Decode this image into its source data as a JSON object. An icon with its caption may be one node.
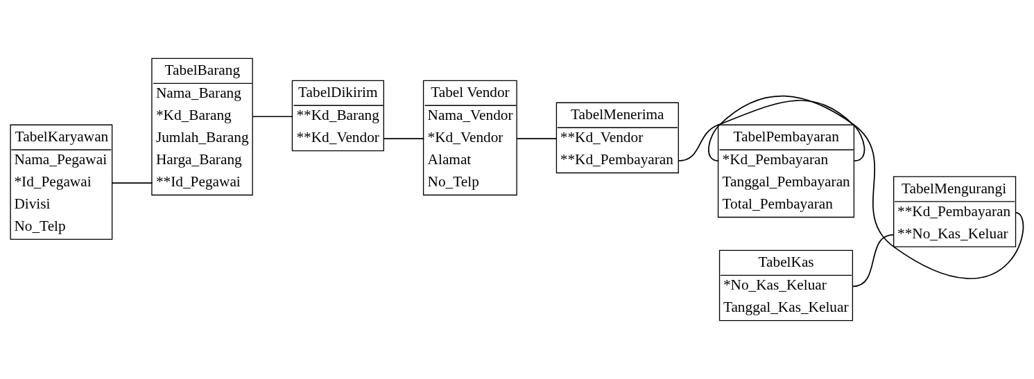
{
  "diagram": {
    "nodes": [
      {
        "text": [
          "TabelKaryawan",
          "Nama_Pegawai",
          "*Id_Pegawai",
          "Divisi",
          "No_Telp"
        ]
      },
      {
        "text": [
          "TabelBarang",
          "Nama_Barang",
          "*Kd_Barang",
          "Jumlah_Barang",
          "Harga_Barang",
          "**Id_Pegawai"
        ]
      },
      {
        "text": [
          "TabelDikirim",
          "**Kd_Barang",
          "**Kd_Vendor"
        ]
      },
      {
        "text": [
          "Tabel Vendor",
          "Nama_Vendor",
          "*Kd_Vendor",
          "Alamat",
          "No_Telp"
        ]
      },
      {
        "text": [
          "TabelMenerima",
          "**Kd_Vendor",
          "**Kd_Pembayaran"
        ]
      },
      {
        "text": [
          "TabelPembayaran",
          "*Kd_Pembayaran",
          "Tanggal_Pembayaran",
          "Total_Pembayaran"
        ]
      },
      {
        "text": [
          "TabelKas",
          "*No_Kas_Keluar",
          "Tanggal_Kas_Keluar"
        ]
      },
      {
        "text": [
          "TabelMengurangi",
          "**Kd_Pembayaran",
          "**No_Kas_Keluar"
        ]
      }
    ],
    "edges": [
      {
        "from": 0,
        "to": 1,
        "arrow": "none"
      },
      {
        "from": 1,
        "to": 2,
        "arrow": "none"
      },
      {
        "from": 2,
        "to": 3,
        "arrow": "none"
      },
      {
        "from": 3,
        "to": 4,
        "arrow": "none"
      },
      {
        "from": 4,
        "to": 5,
        "arrow": "none"
      },
      {
        "from": 5,
        "to": 7,
        "arrow": "none"
      },
      {
        "from": 6,
        "to": 7,
        "arrow": "none"
      }
    ]
  }
}
